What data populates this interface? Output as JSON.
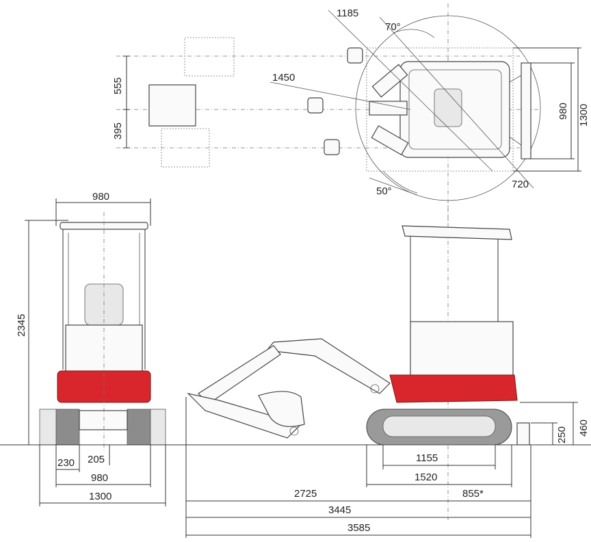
{
  "colors": {
    "accent_red": "#d8262c",
    "line": "#333333",
    "track_grey": "#8c8c8c"
  },
  "top_view": {
    "dims": {
      "d1185": "1185",
      "d70deg": "70°",
      "d1450": "1450",
      "d555": "555",
      "d395": "395",
      "d980": "980",
      "d1300": "1300",
      "d50deg": "50°",
      "d720": "720"
    }
  },
  "front_view": {
    "dims": {
      "d980_top": "980",
      "d2345": "2345",
      "d230": "230",
      "d205": "205",
      "d980_bottom": "980",
      "d1300": "1300"
    }
  },
  "side_view": {
    "dims": {
      "d460": "460",
      "d250": "250",
      "d1155": "1155",
      "d1520": "1520",
      "d2725": "2725",
      "d855": "855*",
      "d3445": "3445",
      "d3585": "3585"
    }
  }
}
